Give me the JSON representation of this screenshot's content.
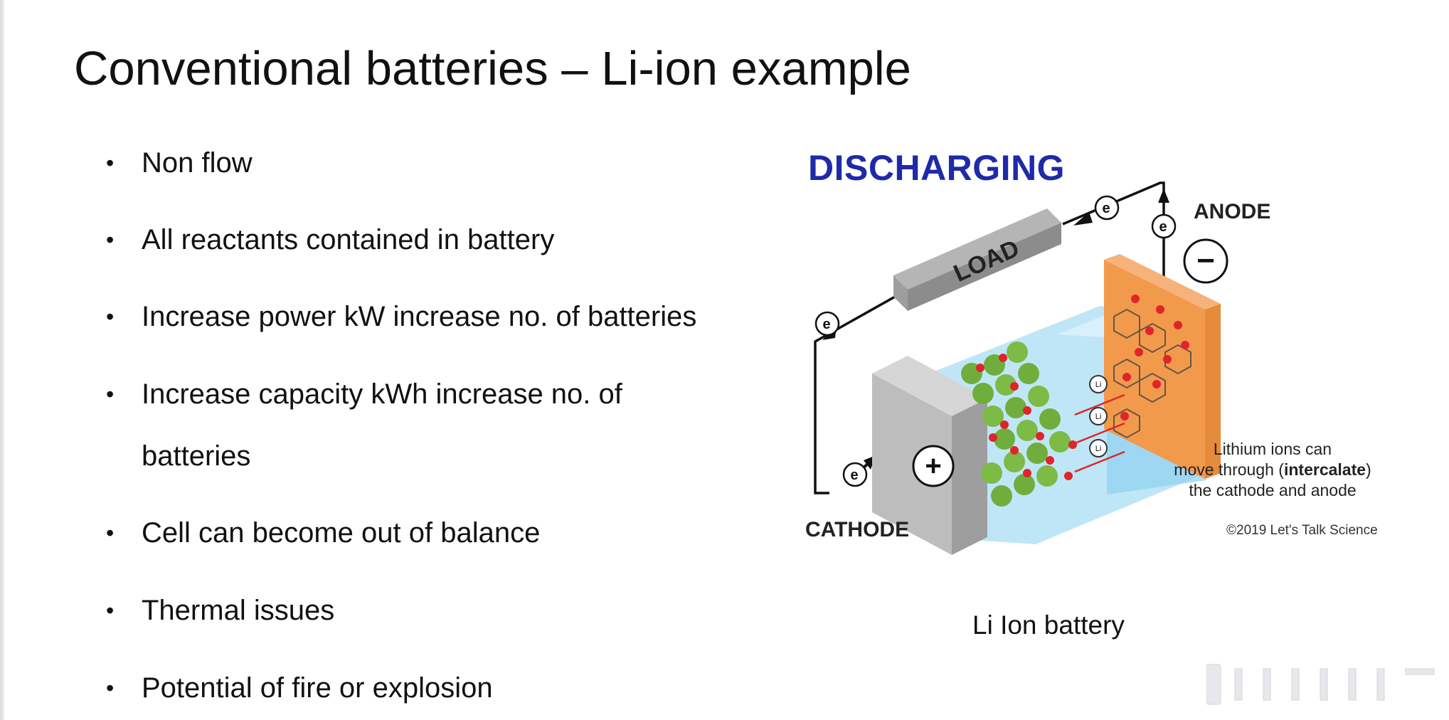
{
  "slide": {
    "title": "Conventional batteries – Li-ion example",
    "bullet_marker": "•",
    "bullets": [
      {
        "line1": "Non flow"
      },
      {
        "line1": "All reactants contained in battery"
      },
      {
        "line1": "Increase power kW increase no. of batteries"
      },
      {
        "line1": "Increase capacity kWh increase no. of",
        "line2": "batteries"
      },
      {
        "line1": "Cell can become out of balance"
      },
      {
        "line1": "Thermal issues"
      },
      {
        "line1": "Potential of fire or explosion"
      }
    ]
  },
  "figure": {
    "heading": "DISCHARGING",
    "load_label": "LOAD",
    "anode_label": "ANODE",
    "cathode_label": "CATHODE",
    "anode_symbol": "−",
    "cathode_symbol": "+",
    "electron_symbol": "e",
    "ion_symbol": "Li",
    "caption_line1": "Lithium ions can",
    "caption_line2_pre": "move through (",
    "caption_line2_bold": "intercalate",
    "caption_line2_post": ")",
    "caption_line3": "the cathode and anode",
    "copyright": "©2019 Let's Talk Science",
    "caption": "Li Ion battery"
  },
  "colors": {
    "heading": "#1e2aa8",
    "cathode_plate": "#b9b9b9",
    "electrolyte": "#9fd6f2",
    "anode_plate": "#f29a4c",
    "cathode_sphere": "#6fae3c",
    "lithium_ion": "#e0242b",
    "load_box": "#8c8c8c"
  },
  "icons": [
    "electron-icon",
    "plus-icon",
    "minus-icon",
    "lithium-ion-icon",
    "arrow-icon"
  ]
}
